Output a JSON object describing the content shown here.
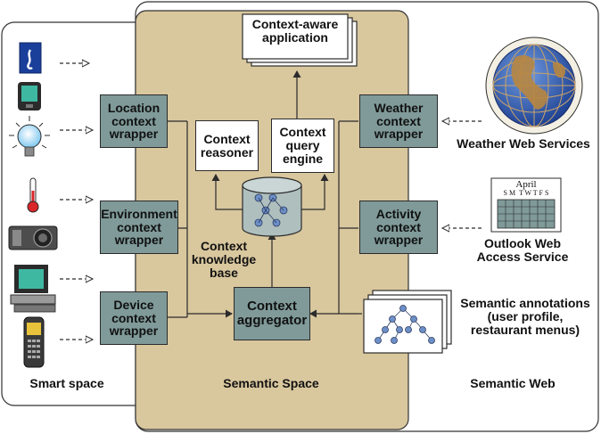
{
  "colors": {
    "semantic_space_fill": "#d9c79e",
    "wrapper_fill": "#7f9a99",
    "line": "#2b2b2b"
  },
  "labels": {
    "context_aware_application": "Context-aware\napplication",
    "context_reasoner": "Context\nreasoner",
    "context_query_engine": "Context\nquery\nengine",
    "context_knowledge_base": "Context\nknowledge\nbase",
    "context_aggregator": "Context\naggregator",
    "location_wrapper": "Location\ncontext\nwrapper",
    "environment_wrapper": "Environment\ncontext\nwrapper",
    "device_wrapper": "Device\ncontext\nwrapper",
    "weather_wrapper": "Weather\ncontext\nwrapper",
    "activity_wrapper": "Activity\ncontext\nwrapper",
    "weather_web_services": "Weather Web Services",
    "outlook_web_access": "Outlook Web\nAccess Service",
    "semantic_annotations": "Semantic annotations\n(user profile,\nrestaurant menus)",
    "smart_space": "Smart space",
    "semantic_space": "Semantic Space",
    "semantic_web": "Semantic Web",
    "calendar_month": "April",
    "calendar_days": "S M  T W T F S"
  },
  "icons": {
    "smart_space_devices": [
      "badge-icon",
      "pda-icon",
      "light-bulb-icon",
      "thermometer-icon",
      "projector-icon",
      "computer-icon",
      "mobile-phone-icon"
    ],
    "services": [
      "globe-icon",
      "calendar-icon",
      "annotation-documents-icon"
    ],
    "knowledge_base": "database-icon"
  }
}
